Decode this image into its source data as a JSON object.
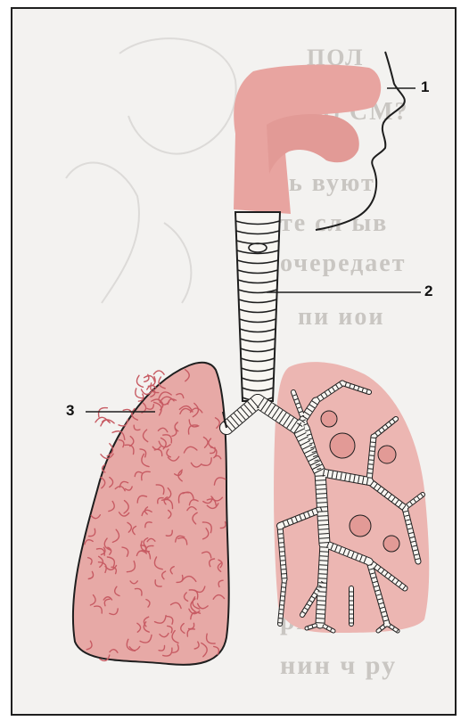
{
  "labels": [
    {
      "id": "1",
      "text": "1"
    },
    {
      "id": "2",
      "text": "2"
    },
    {
      "id": "3",
      "text": "3"
    }
  ],
  "colors": {
    "tract_pink": "#e8a4a0",
    "lung_pink": "#e7a9a6",
    "bronchi_white": "#f8f6f2",
    "outline": "#1e1e1e"
  }
}
